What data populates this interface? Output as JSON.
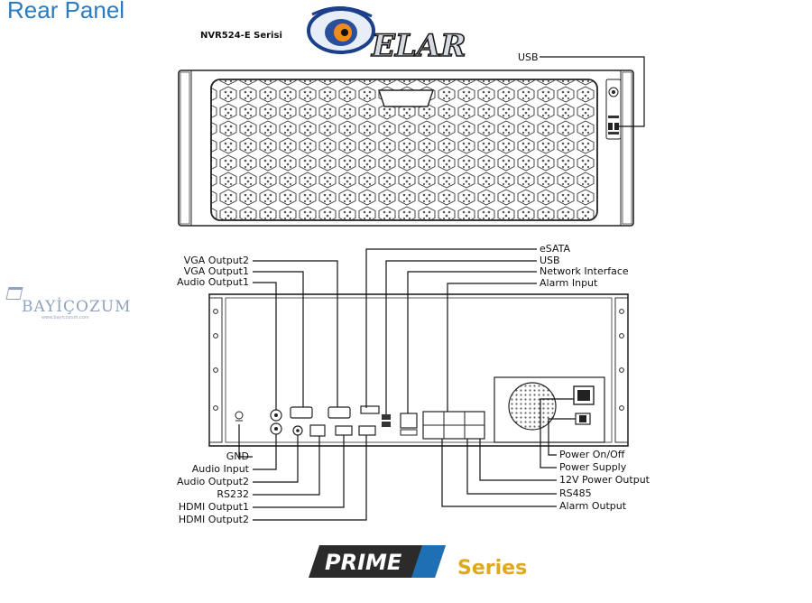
{
  "page": {
    "title": "Rear Panel",
    "model": "NVR524-E Serisi",
    "logo_text": "ELAR",
    "watermark": "BAYİÇOZUM",
    "watermark_sub": "www.bayicozum.com",
    "prime_text": "PRIME",
    "series_text": "Series"
  },
  "front": {
    "usb_label": "USB"
  },
  "rear": {
    "top_right_labels": [
      "eSATA",
      "USB",
      "Network Interface",
      "Alarm Input"
    ],
    "top_left_labels": [
      "VGA Output2",
      "VGA Output1",
      "Audio Output1"
    ],
    "bottom_left_labels": [
      "GND",
      "Audio Input",
      "Audio Output2",
      "RS232",
      "HDMI Output1",
      "HDMI Output2"
    ],
    "bottom_right_labels": [
      "Power On/Off",
      "Power Supply",
      "12V Power Output",
      "RS485",
      "Alarm Output"
    ]
  },
  "colors": {
    "title": "#2a7bbf",
    "series": "#e0a81c",
    "prime_bg": "#2b2b2b",
    "prime_accent": "#1f6fb5",
    "line": "#111111"
  }
}
